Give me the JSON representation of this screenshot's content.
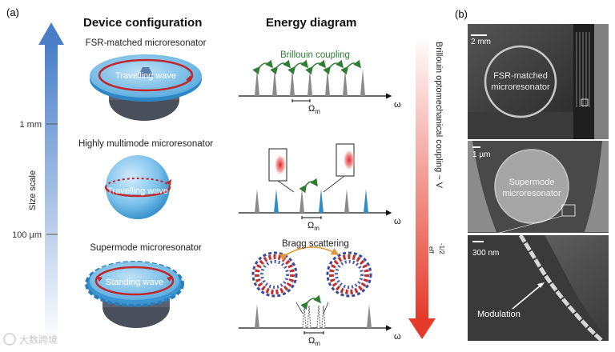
{
  "panel_labels": {
    "a": "(a)",
    "b": "(b)"
  },
  "headers": {
    "device": "Device configuration",
    "energy": "Energy diagram"
  },
  "size_axis": {
    "label": "Size scale",
    "tick_1mm": "1 mm",
    "tick_100um": "100 µm"
  },
  "coupling_axis": {
    "label": "Brillouin optomechanical coupling ~ V",
    "subscript": "eff",
    "exponent": "-1/2"
  },
  "rows": [
    {
      "title": "FSR-matched microresonator",
      "wave": "Travelling wave",
      "annotation": "Brillouin coupling",
      "omega_label": "Ω",
      "omega_sub": "m",
      "axis": "ω"
    },
    {
      "title": "Highly multimode microresonator",
      "wave": "Travelling wave",
      "annotation": "",
      "omega_label": "Ω",
      "omega_sub": "m",
      "axis": "ω"
    },
    {
      "title": "Supermode microresonator",
      "wave": "Standing wave",
      "annotation": "Bragg scattering",
      "omega_label": "Ω",
      "omega_sub": "m",
      "axis": "ω"
    }
  ],
  "micrographs": [
    {
      "scale": "2 mm",
      "label_line1": "FSR-matched",
      "label_line2": "microresonator"
    },
    {
      "scale": "1 µm",
      "label_line1": "Supermode",
      "label_line2": "microresonator"
    },
    {
      "scale": "300 nm",
      "label": "Modulation"
    }
  ],
  "watermark": "大数跨境",
  "colors": {
    "blue": "#3b82c4",
    "red": "#e03a2c",
    "green": "#2f7d32",
    "orange": "#e0963a",
    "grey": "#8a8a8a",
    "teal": "#2d8bc6"
  }
}
